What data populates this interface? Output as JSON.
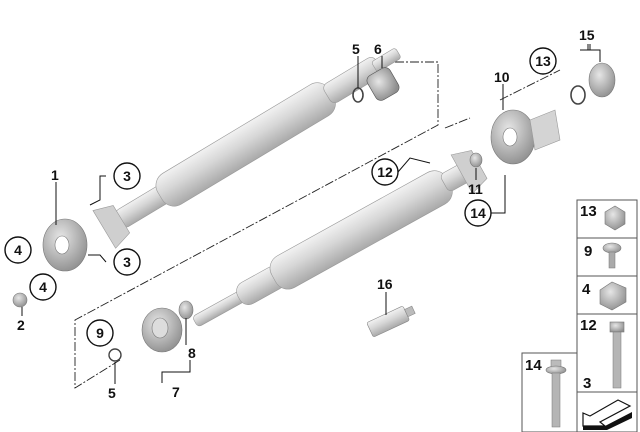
{
  "diagram": {
    "callouts": {
      "c1": "1",
      "c2": "2",
      "c3a": "3",
      "c3b": "3",
      "c4a": "4",
      "c4b": "4",
      "c5a": "5",
      "c5b": "5",
      "c6": "6",
      "c7": "7",
      "c8": "8",
      "c9": "9",
      "c10": "10",
      "c11": "11",
      "c12": "12",
      "c13": "13",
      "c14": "14",
      "c15": "15",
      "c16": "16"
    },
    "legend": {
      "l13": "13",
      "l9": "9",
      "l4": "4",
      "l12": "12",
      "l3": "3",
      "l14": "14"
    }
  }
}
